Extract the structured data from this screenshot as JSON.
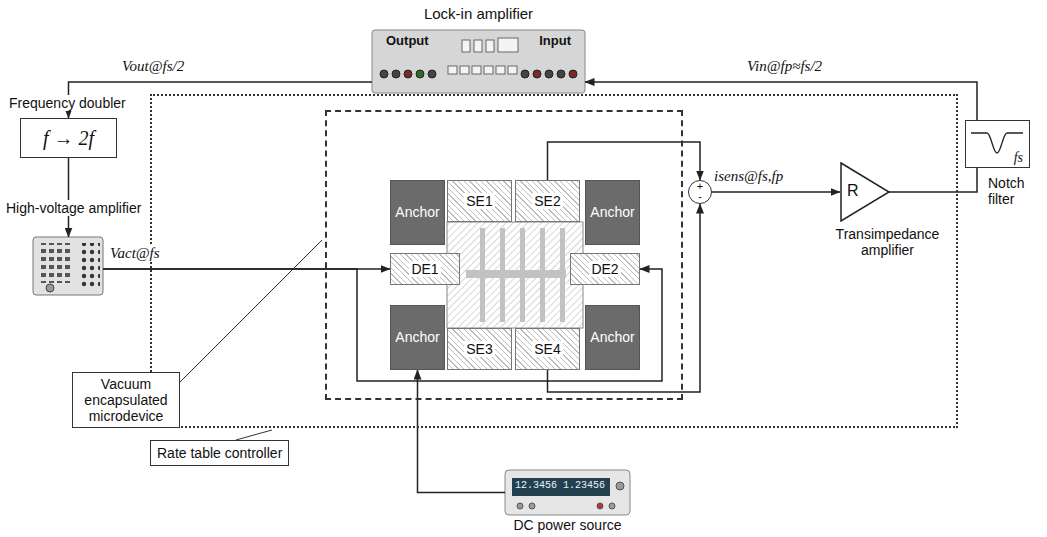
{
  "diagram": {
    "nodes": [
      {
        "text": [
          "Lock-in amplifier",
          "Output",
          "Input"
        ]
      },
      {
        "text": [
          "Frequency doubler",
          "f → 2f"
        ]
      },
      {
        "text": [
          "High-voltage amplifier"
        ]
      },
      {
        "text": [
          "Rate table controller"
        ]
      },
      {
        "text": [
          "Vacuum encapsulated microdevice"
        ],
        "in": 3
      },
      {
        "text": [
          "Anchor"
        ],
        "in": 4
      },
      {
        "text": [
          "SE1"
        ],
        "in": 4
      },
      {
        "text": [
          "SE2"
        ],
        "in": 4
      },
      {
        "text": [
          "Anchor"
        ],
        "in": 4
      },
      {
        "text": [
          "DE1"
        ],
        "in": 4
      },
      {
        "text": [
          "DE2"
        ],
        "in": 4
      },
      {
        "text": [
          "Anchor"
        ],
        "in": 4
      },
      {
        "text": [
          "SE3"
        ],
        "in": 4
      },
      {
        "text": [
          "SE4"
        ],
        "in": 4
      },
      {
        "text": [
          "Anchor"
        ],
        "in": 4
      },
      {
        "text": [
          "+",
          "-"
        ],
        "in": 3
      },
      {
        "text": [
          "R",
          "Transimpedance amplifier"
        ],
        "in": 3
      },
      {
        "text": [
          "fs",
          "Notch filter"
        ]
      },
      {
        "text": [
          "12.3456",
          "1.23456",
          "DC power source"
        ]
      }
    ],
    "edges": [
      {
        "from": 0,
        "to": 1,
        "arrow": "to",
        "label": "Vout@fs/2"
      },
      {
        "from": 1,
        "to": 2,
        "arrow": "to"
      },
      {
        "from": 2,
        "to": 9,
        "arrow": "to",
        "label": "Vact@fs"
      },
      {
        "from": 2,
        "to": 10,
        "arrow": "to"
      },
      {
        "from": 7,
        "to": 15,
        "arrow": "to"
      },
      {
        "from": 13,
        "to": 15,
        "arrow": "to"
      },
      {
        "from": 15,
        "to": 16,
        "arrow": "to",
        "label": "isens@fs,fp"
      },
      {
        "from": 16,
        "to": 17,
        "arrow": "none"
      },
      {
        "from": 17,
        "to": 0,
        "arrow": "to",
        "label": "Vin@fp≈fs/2"
      },
      {
        "from": 18,
        "to": 11,
        "arrow": "to"
      }
    ]
  }
}
